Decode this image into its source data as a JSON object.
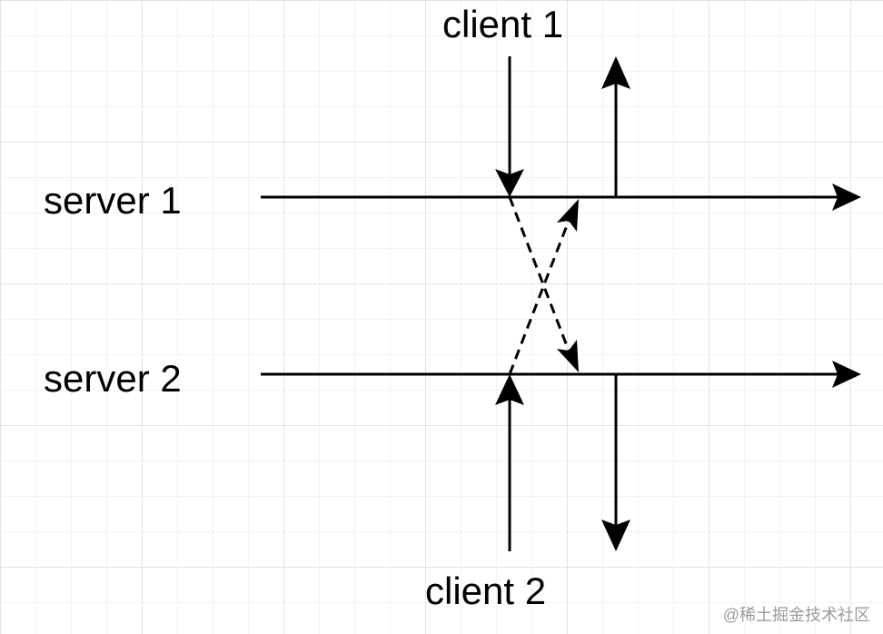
{
  "labels": {
    "client_1": "client 1",
    "client_2": "client 2",
    "server_1": "server 1",
    "server_2": "server 2"
  },
  "watermark": "@稀土掘金技术社区",
  "colors": {
    "stroke": "#000000",
    "grid_major": "#e3e3e3",
    "grid_minor": "#f3f3f3",
    "watermark": "#9a9a9a"
  }
}
